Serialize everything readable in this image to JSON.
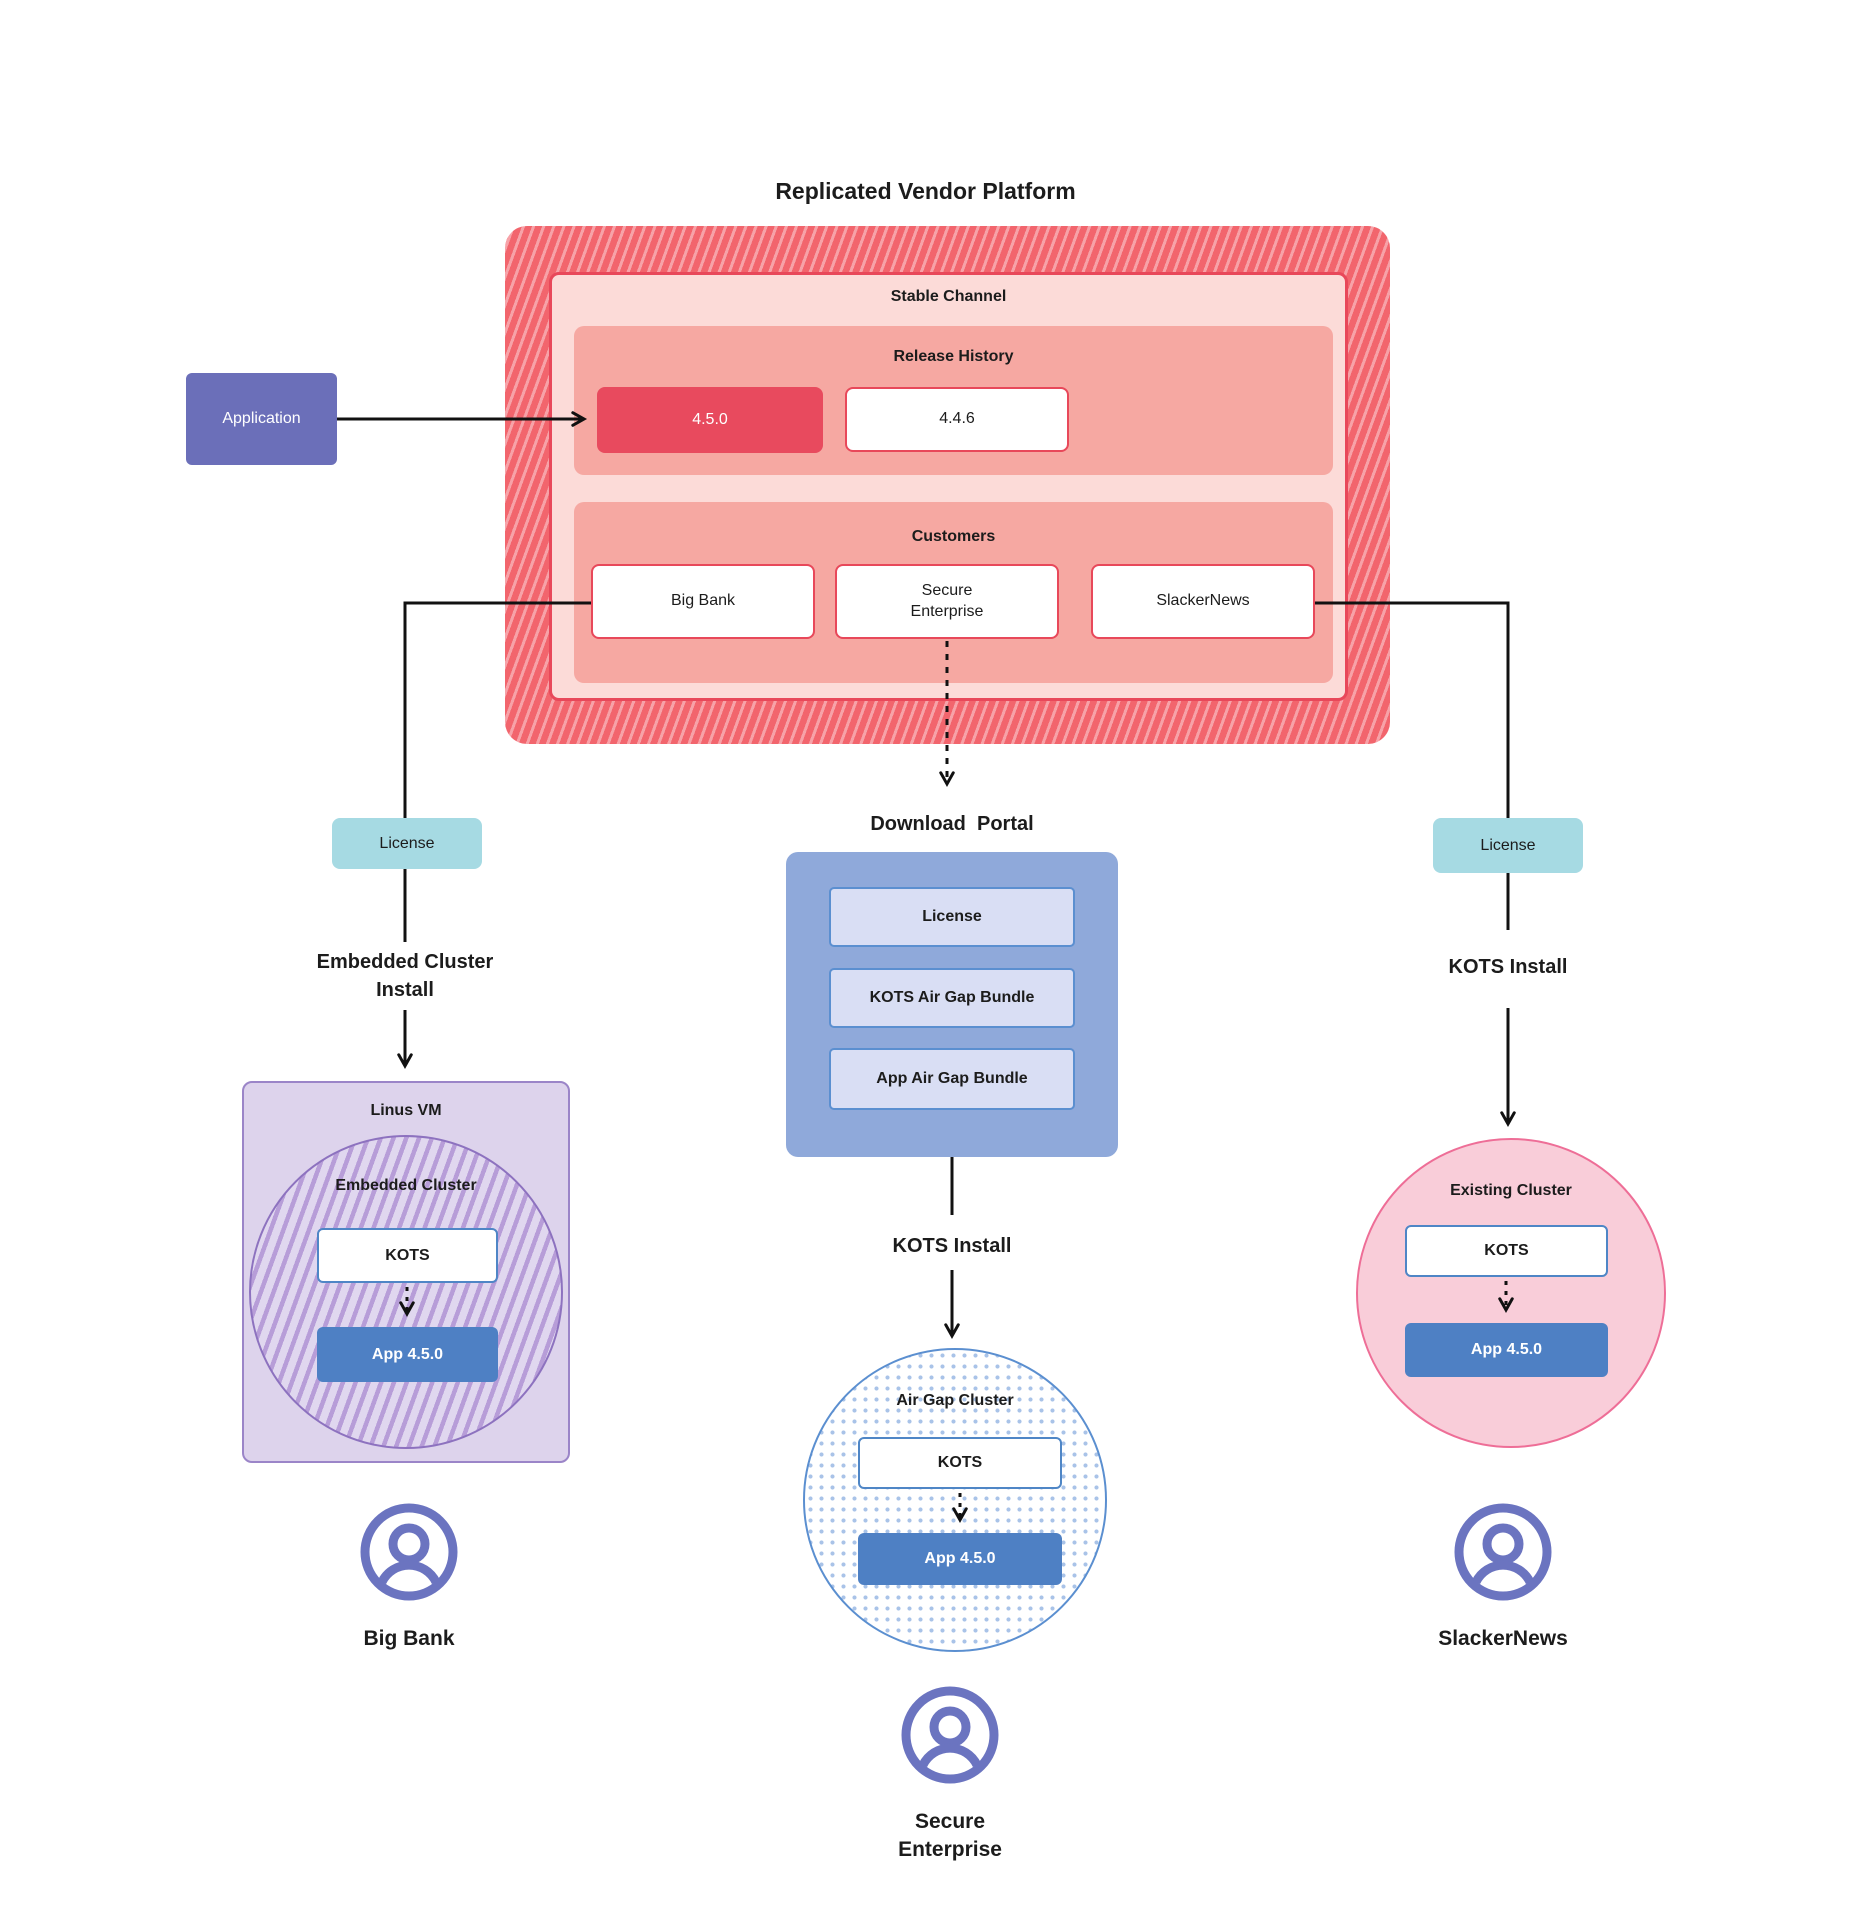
{
  "title": "Replicated Vendor Platform",
  "platform": {
    "stable_channel_label": "Stable Channel",
    "release_history": {
      "label": "Release History",
      "current_version": "4.5.0",
      "previous_version": "4.4.6"
    },
    "customers": {
      "label": "Customers",
      "items": [
        "Big Bank",
        "Secure\nEnterprise",
        "SlackerNews"
      ]
    }
  },
  "application_label": "Application",
  "left_flow": {
    "license_label": "License",
    "install_label": "Embedded Cluster\nInstall",
    "vm": {
      "title": "Linus VM",
      "cluster_label": "Embedded Cluster",
      "kots_label": "KOTS",
      "app_label": "App 4.5.0"
    },
    "person_label": "Big Bank"
  },
  "center_flow": {
    "portal_label": "Download  Portal",
    "portal_items": [
      "License",
      "KOTS Air Gap Bundle",
      "App Air Gap Bundle"
    ],
    "install_label": "KOTS Install",
    "cluster": {
      "title": "Air Gap Cluster",
      "kots_label": "KOTS",
      "app_label": "App 4.5.0"
    },
    "person_label": "Secure\nEnterprise"
  },
  "right_flow": {
    "license_label": "License",
    "install_label": "KOTS Install",
    "cluster": {
      "title": "Existing Cluster",
      "kots_label": "KOTS",
      "app_label": "App 4.5.0"
    },
    "person_label": "SlackerNews"
  },
  "colors": {
    "channel_red": "#e8485a",
    "release_highlight": "#e84a5e",
    "panel_pink": "#f6a8a2",
    "application_indigo": "#6b6fb9",
    "license_teal": "#a6dae3",
    "vm_purple": "#9b85c8",
    "kots_blue_border": "#4f86c6",
    "app_blue": "#4e80c4",
    "portal_blue": "#8fa9da",
    "existing_pink": "#ee6e97",
    "person_indigo": "#6b74c0"
  }
}
